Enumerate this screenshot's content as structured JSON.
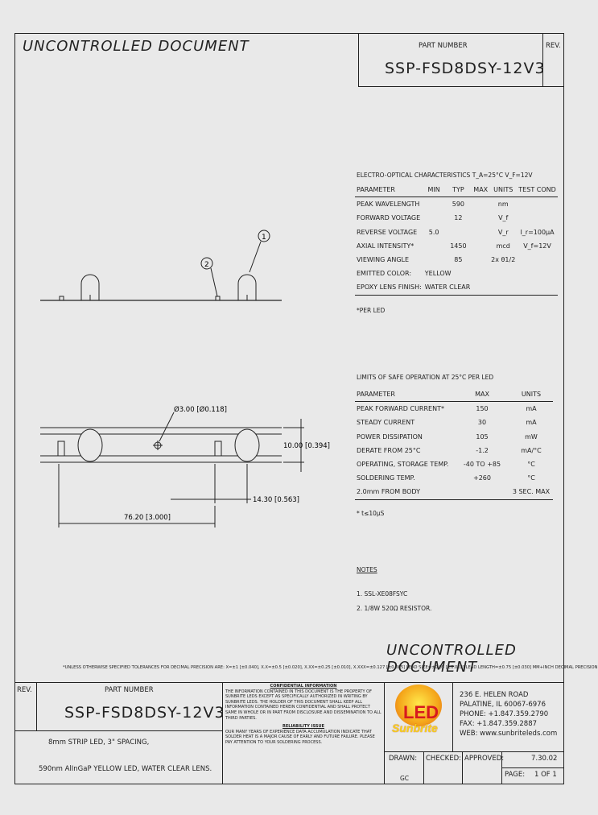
{
  "header": {
    "uncontrolled": "UNCONTROLLED DOCUMENT",
    "part_number_label": "PART NUMBER",
    "part_number": "SSP-FSD8DSY-12V3",
    "rev_label": "REV."
  },
  "electro": {
    "title": "ELECTRO-OPTICAL CHARACTERISTICS T_A=25°C      V_F=12V",
    "columns": [
      "PARAMETER",
      "MIN",
      "TYP",
      "MAX",
      "UNITS",
      "TEST COND"
    ],
    "rows": [
      [
        "PEAK WAVELENGTH",
        "",
        "590",
        "",
        "nm",
        ""
      ],
      [
        "FORWARD VOLTAGE",
        "",
        "12",
        "",
        "V_f",
        ""
      ],
      [
        "REVERSE VOLTAGE",
        "5.0",
        "",
        "",
        "V_r",
        "I_r=100μA"
      ],
      [
        "AXIAL INTENSITY*",
        "",
        "1450",
        "",
        "mcd",
        "V_f=12V"
      ],
      [
        "VIEWING ANGLE",
        "",
        "85",
        "",
        "2x θ1/2",
        ""
      ],
      [
        "EMITTED COLOR:",
        "YELLOW",
        "",
        "",
        "",
        ""
      ],
      [
        "EPOXY LENS FINISH:",
        "WATER CLEAR",
        "",
        "",
        "",
        ""
      ]
    ],
    "footnote": "*PER LED"
  },
  "limits": {
    "title": "LIMITS OF SAFE OPERATION AT 25°C  PER LED",
    "columns": [
      "PARAMETER",
      "MAX",
      "UNITS"
    ],
    "rows": [
      [
        "PEAK FORWARD CURRENT*",
        "150",
        "mA"
      ],
      [
        "STEADY CURRENT",
        "30",
        "mA"
      ],
      [
        "POWER DISSIPATION",
        "105",
        "mW"
      ],
      [
        "DERATE FROM 25°C",
        "-1.2",
        "mA/°C"
      ],
      [
        "OPERATING, STORAGE TEMP.",
        "-40 TO +85",
        "°C"
      ],
      [
        "SOLDERING TEMP.",
        "+260",
        "°C"
      ],
      [
        "2.0mm FROM BODY",
        "",
        "3 SEC. MAX"
      ]
    ],
    "footnote": "* t≤10μS"
  },
  "notes": {
    "title": "NOTES",
    "items": [
      "1. SSL-XE08FSYC",
      "2. 1/8W 520Ω RESISTOR."
    ]
  },
  "drawing": {
    "callout_1": "1",
    "callout_2": "2",
    "dim_diameter": "Ø3.00 [Ø0.118]",
    "dim_height": "10.00 [0.394]",
    "dim_spacing": "14.30 [0.563]",
    "dim_length": "76.20 [3.000]"
  },
  "tolerance_line": "*UNLESS OTHERWISE SPECIFIED TOLERANCES FOR DECIMAL PRECISION ARE: X=±1 [±0.040], X.X=±0.5 [±0.020], X.XX=±0.25 [±0.010], X.XXX=±0.127 [±0.005]   LEAD SIZE=±0.05 [±0.002]   LEAD LENGTH=±0.75 [±0.030] MM+INCH DECIMAL PRECISION",
  "title_block": {
    "rev_label": "REV.",
    "part_number_label": "PART NUMBER",
    "part_number": "SSP-FSD8DSY-12V3",
    "description_line1": "8mm STRIP LED, 3\" SPACING,",
    "description_line2": "590nm AlInGaP YELLOW LED, WATER CLEAR LENS.",
    "confidential_title": "CONFIDENTIAL INFORMATION",
    "confidential_text": "THE INFORMATION CONTAINED IN THIS DOCUMENT IS THE PROPERTY OF SUNBRITE LEDS EXCEPT AS SPECIFICALLY AUTHORIZED IN WRITING BY SUNBRITE LEDS. THE HOLDER OF THIS DOCUMENT SHALL KEEP ALL INFORMATION CONTAINED HEREIN CONFIDENTIAL AND SHALL PROTECT SAME IN WHOLE OR IN PART FROM DISCLOSURE AND DISSEMINATION TO ALL THIRD PARTIES.",
    "reliability_title": "RELIABILITY ISSUE",
    "reliability_text": "OUR MANY YEARS OF EXPERIENCE DATA ACCUMULATION INDICATE THAT SOLDER HEAT IS A MAJOR CAUSE OF EARLY AND FUTURE FAILURE. PLEASE PAY ATTENTION TO YOUR SOLDERING PROCESS.",
    "logo_text": "Sunbrite",
    "logo_top": "LED",
    "address": [
      "236 E. HELEN ROAD",
      "PALATINE, IL    60067-6976",
      "PHONE: +1.847.359.2790",
      "FAX: +1.847.359.2887",
      "WEB: www.sunbriteleds.com"
    ],
    "drawn_label": "DRAWN:",
    "drawn_value": "GC",
    "checked_label": "CHECKED:",
    "approved_label": "APPROVED:",
    "date": "7.30.02",
    "page_label": "PAGE:",
    "page_value": "1 OF 1"
  },
  "footer_uncontrolled": "UNCONTROLLED DOCUMENT"
}
